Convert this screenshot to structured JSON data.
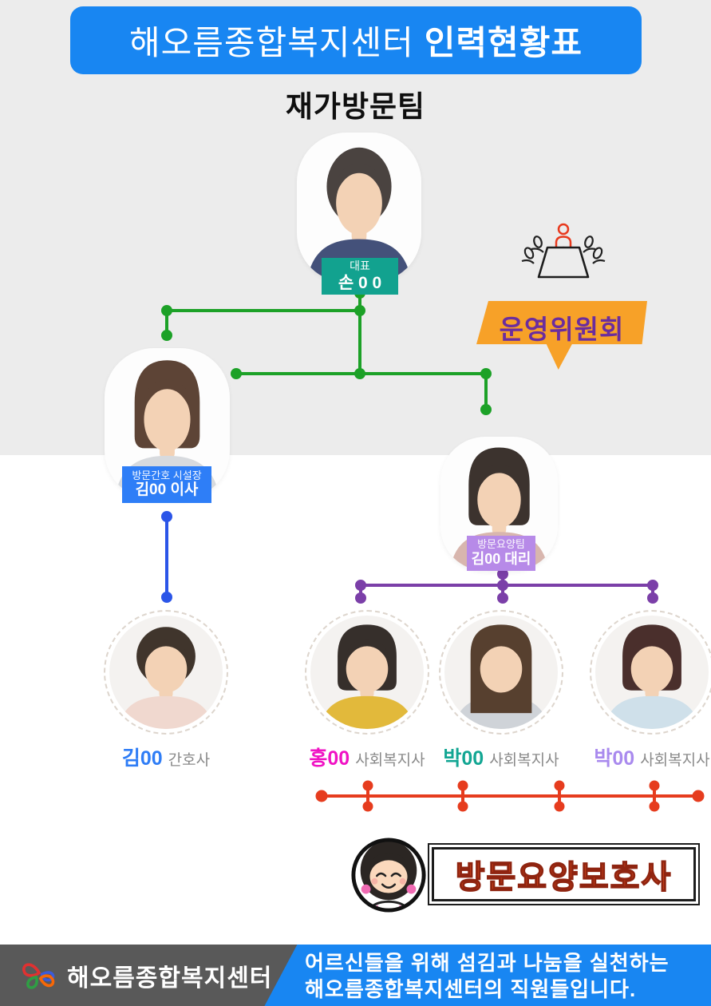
{
  "header": {
    "title_light": "해오름종합복지센터",
    "title_bold": "인력현황표"
  },
  "team_title": "재가방문팀",
  "org": {
    "ceo": {
      "role": "대표",
      "name": "손 0 0"
    },
    "director": {
      "role": "방문간호 시설장",
      "name": "김00 이사"
    },
    "manager": {
      "role": "방문요양팀",
      "name": "김00 대리"
    },
    "nurse": {
      "name": "김00",
      "role": "간호사"
    },
    "workers": [
      {
        "name": "홍00",
        "role": "사회복지사"
      },
      {
        "name": "박00",
        "role": "사회복지사"
      },
      {
        "name": "박00",
        "role": "사회복지사"
      }
    ]
  },
  "committee": {
    "label": "운영위원회",
    "icon": "meeting-table-icon"
  },
  "caregiver": {
    "label": "방문요양보호사",
    "icon": "caregiver-face-icon"
  },
  "footer": {
    "logo_text": "해오름종합복지센터",
    "icon": "clover-logo-icon",
    "line1": "어르신들을 위해 섬김과 나눔을 실천하는",
    "line2": "해오름종합복지센터의 직원들입니다."
  },
  "colors": {
    "page_top_bg": "#ececec",
    "header_bg": "#1886f2",
    "ceo_badge": "#12a28f",
    "director_badge": "#2e7ef7",
    "manager_badge": "#b78ae8",
    "green_line": "#1ca127",
    "blue_line": "#2b55e8",
    "purple_line": "#7b3fa8",
    "red_line": "#e63c1e",
    "committee_bg": "#f7a128",
    "committee_text": "#6b2d9e",
    "caregiver_text": "#f3541f",
    "name_nurse": "#2f7df6",
    "name_hong": "#f012c4",
    "name_park1": "#12a693",
    "name_park2": "#a98aee",
    "footer_gray": "#595959",
    "footer_blue": "#1886f2"
  }
}
